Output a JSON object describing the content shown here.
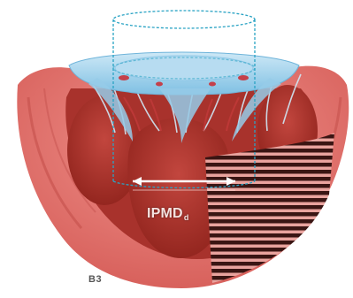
{
  "diagram": {
    "label_main": "IPMD",
    "label_subscript": "d",
    "figure_label": "B3",
    "colors": {
      "outer_wall": "#e37470",
      "outer_wall_shadow": "#b9403c",
      "muscle": "#b23a33",
      "muscle_dark": "#7e1a16",
      "cylinder": "#2aa3c4",
      "valve_blue": "#a9d6ef",
      "stripes": "#3a1513"
    },
    "parts": [
      "outer-heart-wall",
      "papillary-muscles",
      "valve-ring",
      "dashed-cylinder",
      "chordae",
      "striped-region",
      "measurement-arrow"
    ]
  }
}
